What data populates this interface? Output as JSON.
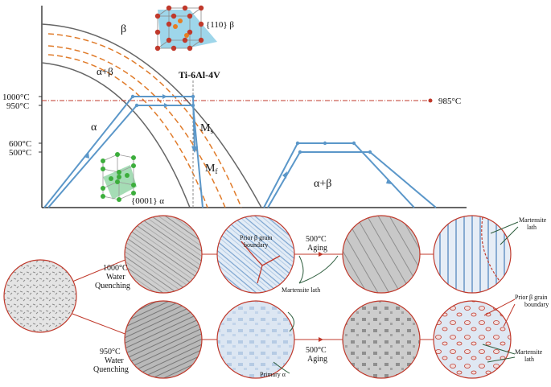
{
  "phase_diagram": {
    "temps": {
      "t1000": "1000°C",
      "t950": "950°C",
      "t600": "600°C",
      "t500": "500°C",
      "t985": "985°C"
    },
    "regions": {
      "beta": "β",
      "alpha_beta": "α+β",
      "alpha": "α",
      "alpha_beta_aging": "α+β"
    },
    "alloy": "Ti-6Al-4V",
    "ms": "M",
    "ms_sub": "s",
    "mf": "M",
    "mf_sub": "f",
    "beta_cell_plane": "{110} β",
    "alpha_cell_plane": "{0001} α",
    "colors": {
      "heat_path": "#5b97c9",
      "dashed": "#e07b2a",
      "boundary": "#555555",
      "ref_line": "#c0392b",
      "beta_cell": "#7ec8e3",
      "alpha_cell": "#8fd3a3"
    }
  },
  "micrographs": {
    "top_process": [
      "1000°C",
      "Water",
      "Quenching"
    ],
    "bottom_process": [
      "950°C",
      "Water",
      "Quenching"
    ],
    "top_aging": [
      "500°C",
      "Aging"
    ],
    "bottom_aging": [
      "500°C",
      "Aging"
    ],
    "labels": {
      "prior_beta_top": [
        "Prior β grain",
        "boundary"
      ],
      "martensite_lath_mid": "Martensite lath",
      "primary_alpha": "Primary α",
      "martensite_top_right": [
        "Martensite",
        "lath"
      ],
      "prior_beta_bottom_right": [
        "Prior β grain",
        "boundary"
      ],
      "martensite_bottom_right": [
        "Martensite",
        "lath"
      ]
    }
  }
}
